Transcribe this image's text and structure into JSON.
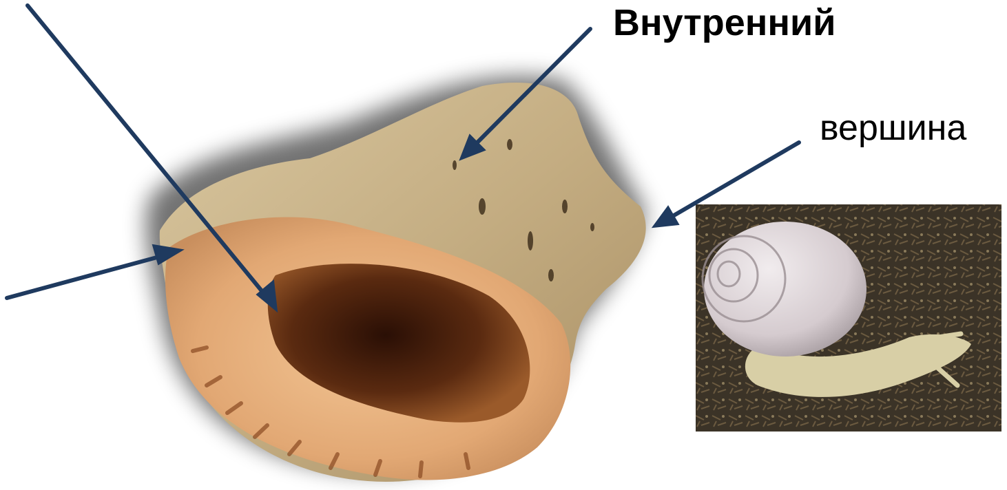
{
  "labels": {
    "inner": "Внутренний",
    "apex": "вершина"
  },
  "colors": {
    "arrow": "#1f3a5f",
    "shell_outer": "#c8b48c",
    "shell_lip": "#e6b485",
    "shell_aperture": "#4a200c",
    "snail_shell": "#d8cfd2",
    "snail_body": "#d8cfa6",
    "ground": "#3b3327"
  },
  "icons": {
    "shell_photo": "conch-shell",
    "snail_photo": "garden-snail"
  }
}
